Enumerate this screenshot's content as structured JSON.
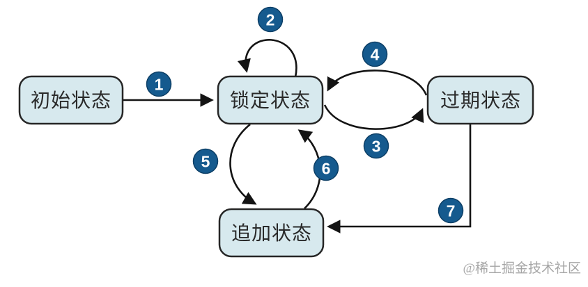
{
  "diagram": {
    "nodes": [
      {
        "id": "initial",
        "label": "初始状态"
      },
      {
        "id": "locked",
        "label": "锁定状态"
      },
      {
        "id": "expired",
        "label": "过期状态"
      },
      {
        "id": "append",
        "label": "追加状态"
      }
    ],
    "edges": [
      {
        "num": "1",
        "from": "initial",
        "to": "locked"
      },
      {
        "num": "2",
        "from": "locked",
        "to": "locked"
      },
      {
        "num": "3",
        "from": "locked",
        "to": "expired"
      },
      {
        "num": "4",
        "from": "expired",
        "to": "locked"
      },
      {
        "num": "5",
        "from": "locked",
        "to": "append"
      },
      {
        "num": "6",
        "from": "append",
        "to": "locked"
      },
      {
        "num": "7",
        "from": "expired",
        "to": "append"
      }
    ],
    "colors": {
      "node_fill": "#d7e9ee",
      "node_border": "#262626",
      "edge_line": "#141414",
      "badge_fill": "#155a8e",
      "badge_text": "#ffffff",
      "watermark": "#a6a6a6"
    }
  },
  "watermark": "@稀土掘金技术社区"
}
